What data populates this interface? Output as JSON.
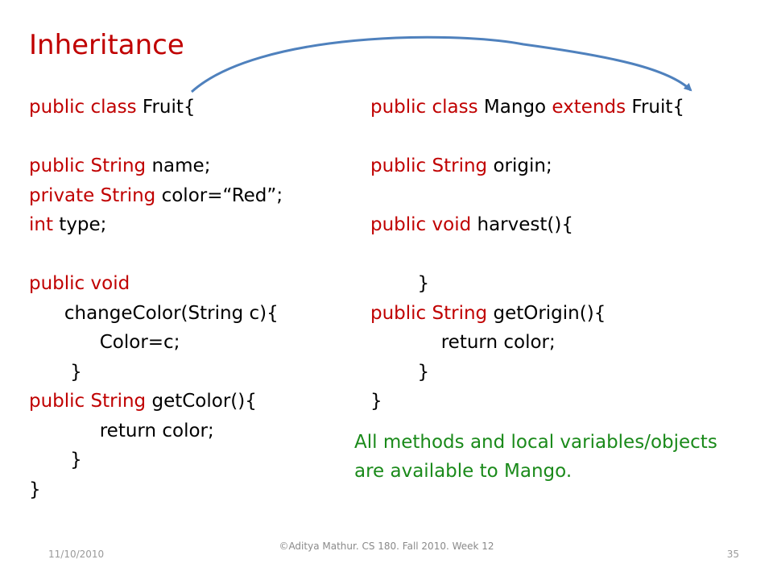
{
  "slide": {
    "title": "Inheritance",
    "left_code": [
      [
        {
          "t": "public class ",
          "kw": true
        },
        {
          "t": "Fruit{",
          "kw": false
        }
      ],
      [],
      [
        {
          "t": "public String ",
          "kw": true
        },
        {
          "t": "name;",
          "kw": false
        }
      ],
      [
        {
          "t": "private String ",
          "kw": true
        },
        {
          "t": "color=“Red”;",
          "kw": false
        }
      ],
      [
        {
          "t": "int ",
          "kw": true
        },
        {
          "t": "type;",
          "kw": false
        }
      ],
      [],
      [
        {
          "t": "public void",
          "kw": true
        }
      ],
      [
        {
          "t": "      changeColor(String c){",
          "kw": false
        }
      ],
      [
        {
          "t": "            Color=c;",
          "kw": false
        }
      ],
      [
        {
          "t": "       }",
          "kw": false
        }
      ],
      [
        {
          "t": "public String ",
          "kw": true
        },
        {
          "t": "getColor(){",
          "kw": false
        }
      ],
      [
        {
          "t": "            return color;",
          "kw": false
        }
      ],
      [
        {
          "t": "       }",
          "kw": false
        }
      ],
      [
        {
          "t": "}",
          "kw": false
        }
      ]
    ],
    "right_code": [
      [
        {
          "t": "public class ",
          "kw": true
        },
        {
          "t": "Mango ",
          "kw": false
        },
        {
          "t": "extends ",
          "kw": true
        },
        {
          "t": "Fruit{",
          "kw": false
        }
      ],
      [],
      [
        {
          "t": "public String ",
          "kw": true
        },
        {
          "t": "origin;",
          "kw": false
        }
      ],
      [],
      [
        {
          "t": "public void ",
          "kw": true
        },
        {
          "t": "harvest(){",
          "kw": false
        }
      ],
      [],
      [
        {
          "t": "        }",
          "kw": false
        }
      ],
      [
        {
          "t": "public String ",
          "kw": true
        },
        {
          "t": "getOrigin(){",
          "kw": false
        }
      ],
      [
        {
          "t": "            return color;",
          "kw": false
        }
      ],
      [
        {
          "t": "        }",
          "kw": false
        }
      ],
      [
        {
          "t": "}",
          "kw": false
        }
      ]
    ],
    "note": "All methods and local variables/objects are available to Mango."
  },
  "footer": {
    "date": "11/10/2010",
    "credit": "©Aditya Mathur. CS 180. Fall 2010. Week 12",
    "page": "35"
  },
  "colors": {
    "keyword": "#c00000",
    "note": "#1a8a1a",
    "arrow": "#4f81bd"
  }
}
